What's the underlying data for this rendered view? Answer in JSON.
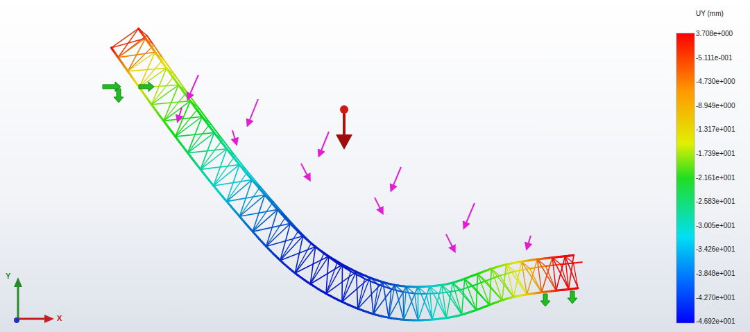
{
  "diagram": {
    "labels": [
      "UY (mm)",
      "3.708e+000",
      "-5.111e-001",
      "-4.730e+000",
      "-8.949e+000",
      "-1.317e+001",
      "-1.739e+001",
      "-2.161e+001",
      "-2.583e+001",
      "-3.005e+001",
      "-3.426e+001",
      "-3.848e+001",
      "-4.270e+001",
      "-4.692e+001",
      "Y",
      "X"
    ]
  }
}
